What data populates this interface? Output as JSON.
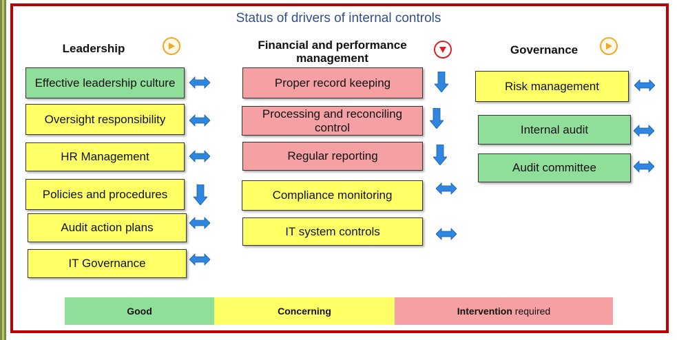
{
  "title": "Status of drivers of internal controls",
  "colors": {
    "good": "#8fdf9b",
    "concerning": "#ffff66",
    "intervention": "#f5a0a3",
    "arrow": "#2e86de",
    "frame": "#c00000"
  },
  "columns": [
    {
      "heading": "Leadership",
      "trend_icon": "right-arrow-circle-icon",
      "items": [
        {
          "label": "Effective leadership culture",
          "status": "good",
          "trend": "steady"
        },
        {
          "label": "Oversight responsibility",
          "status": "concerning",
          "trend": "steady"
        },
        {
          "label": "HR Management",
          "status": "concerning",
          "trend": "steady"
        },
        {
          "label": "Policies and procedures",
          "status": "concerning",
          "trend": "down"
        },
        {
          "label": "Audit action plans",
          "status": "concerning",
          "trend": "steady"
        },
        {
          "label": "IT Governance",
          "status": "concerning",
          "trend": "steady"
        }
      ]
    },
    {
      "heading": "Financial and performance management",
      "trend_icon": "down-arrow-circle-icon",
      "items": [
        {
          "label": "Proper record keeping",
          "status": "intervention",
          "trend": "down"
        },
        {
          "label": "Processing and reconciling control",
          "status": "intervention",
          "trend": "down"
        },
        {
          "label": "Regular reporting",
          "status": "intervention",
          "trend": "down"
        },
        {
          "label": "Compliance monitoring",
          "status": "concerning",
          "trend": "steady"
        },
        {
          "label": "IT system controls",
          "status": "concerning",
          "trend": "steady"
        }
      ]
    },
    {
      "heading": "Governance",
      "trend_icon": "right-arrow-circle-icon",
      "items": [
        {
          "label": "Risk management",
          "status": "concerning",
          "trend": "steady"
        },
        {
          "label": "Internal audit",
          "status": "good",
          "trend": "steady"
        },
        {
          "label": "Audit committee",
          "status": "good",
          "trend": "steady"
        }
      ]
    }
  ],
  "legend": {
    "good": "Good",
    "concerning": "Concerning",
    "intervention_bold": "Intervention",
    "intervention_rest": " required"
  }
}
